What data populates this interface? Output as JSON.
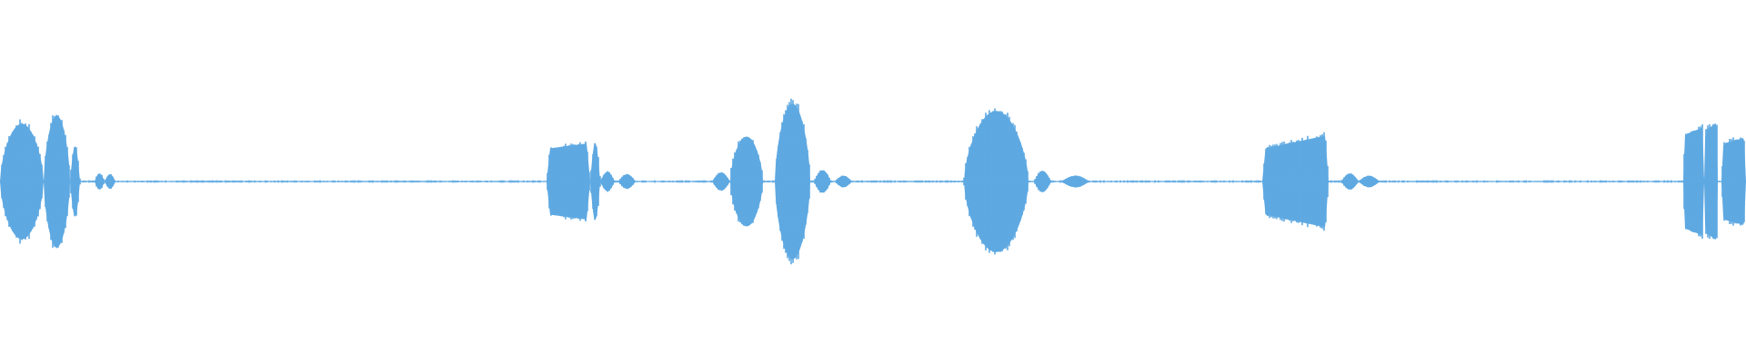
{
  "waveform": {
    "color": "#5ea9e2",
    "background": "#ffffff",
    "noise_floor": 0.015,
    "segments": [
      {
        "start": 0.0,
        "end": 0.025,
        "peak": 0.72,
        "shape": "swell"
      },
      {
        "start": 0.025,
        "end": 0.04,
        "peak": 0.82,
        "shape": "swell"
      },
      {
        "start": 0.04,
        "end": 0.046,
        "peak": 0.44,
        "shape": "blip"
      },
      {
        "start": 0.054,
        "end": 0.06,
        "peak": 0.1,
        "shape": "blip"
      },
      {
        "start": 0.06,
        "end": 0.066,
        "peak": 0.09,
        "shape": "blip"
      },
      {
        "start": 0.313,
        "end": 0.338,
        "peak": 0.48,
        "shape": "plateau"
      },
      {
        "start": 0.338,
        "end": 0.344,
        "peak": 0.48,
        "shape": "blip"
      },
      {
        "start": 0.344,
        "end": 0.352,
        "peak": 0.12,
        "shape": "blip"
      },
      {
        "start": 0.354,
        "end": 0.364,
        "peak": 0.09,
        "shape": "blip"
      },
      {
        "start": 0.408,
        "end": 0.418,
        "peak": 0.11,
        "shape": "blip"
      },
      {
        "start": 0.418,
        "end": 0.437,
        "peak": 0.56,
        "shape": "swell"
      },
      {
        "start": 0.444,
        "end": 0.464,
        "peak": 0.97,
        "shape": "swell"
      },
      {
        "start": 0.466,
        "end": 0.476,
        "peak": 0.14,
        "shape": "blip"
      },
      {
        "start": 0.478,
        "end": 0.488,
        "peak": 0.07,
        "shape": "blip"
      },
      {
        "start": 0.552,
        "end": 0.589,
        "peak": 0.88,
        "shape": "swell"
      },
      {
        "start": 0.592,
        "end": 0.602,
        "peak": 0.13,
        "shape": "blip"
      },
      {
        "start": 0.608,
        "end": 0.624,
        "peak": 0.07,
        "shape": "blip"
      },
      {
        "start": 0.723,
        "end": 0.761,
        "peak": 0.58,
        "shape": "ramp"
      },
      {
        "start": 0.768,
        "end": 0.778,
        "peak": 0.1,
        "shape": "blip"
      },
      {
        "start": 0.778,
        "end": 0.79,
        "peak": 0.07,
        "shape": "blip"
      },
      {
        "start": 0.964,
        "end": 0.976,
        "peak": 0.68,
        "shape": "plateau"
      },
      {
        "start": 0.976,
        "end": 0.984,
        "peak": 0.74,
        "shape": "plateau"
      },
      {
        "start": 0.986,
        "end": 1.0,
        "peak": 0.55,
        "shape": "plateau"
      }
    ]
  }
}
